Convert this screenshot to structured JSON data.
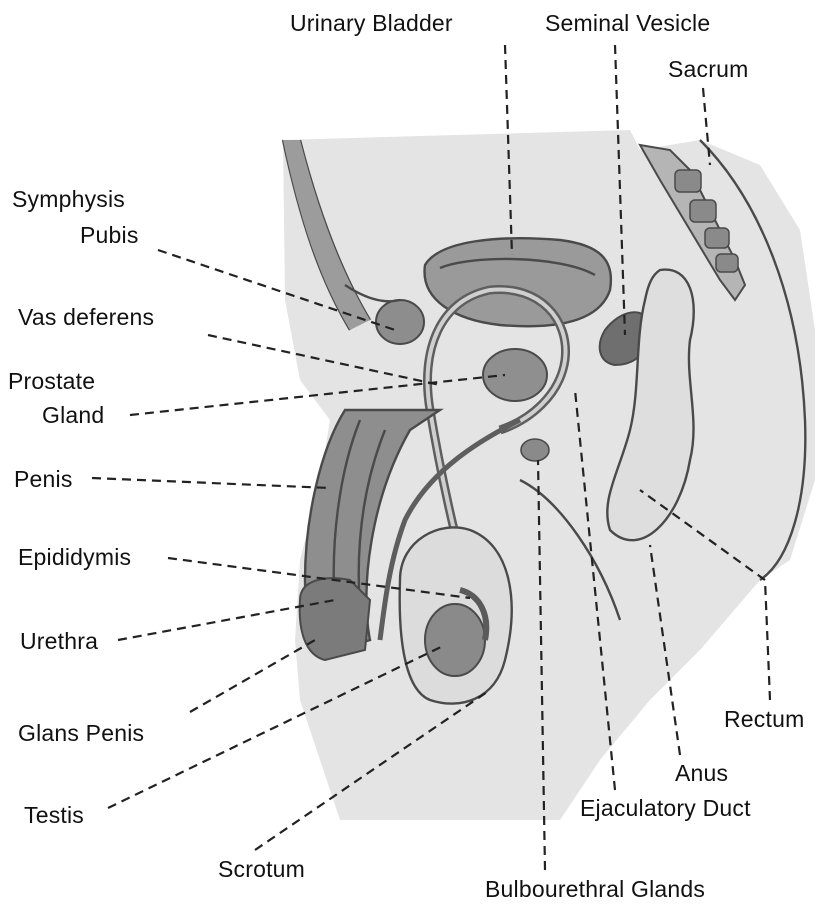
{
  "labels": {
    "urinary_bladder": "Urinary Bladder",
    "seminal_vesicle": "Seminal Vesicle",
    "sacrum": "Sacrum",
    "symphysis_pubis_line1": "Symphysis",
    "symphysis_pubis_line2": "Pubis",
    "vas_deferens": "Vas deferens",
    "prostate_gland_line1": "Prostate",
    "prostate_gland_line2": "Gland",
    "penis": "Penis",
    "epididymis": "Epididymis",
    "urethra": "Urethra",
    "glans_penis": "Glans Penis",
    "testis": "Testis",
    "scrotum": "Scrotum",
    "rectum": "Rectum",
    "anus": "Anus",
    "ejaculatory_duct": "Ejaculatory Duct",
    "bulbourethral_glands": "Bulbourethral Glands"
  },
  "colors": {
    "tissue_light": "#d9d9d9",
    "tissue_mid": "#a9a9a9",
    "tissue_dark": "#7e7e7e",
    "outline": "#4a4a4a",
    "text": "#111111"
  }
}
